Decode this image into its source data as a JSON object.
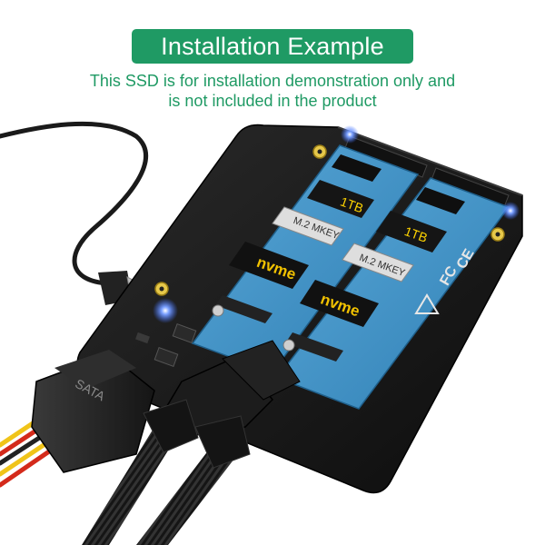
{
  "header": {
    "title": "Installation Example",
    "note_line1": "This SSD is for installation demonstration only and",
    "note_line2": "is not included in the product"
  },
  "ssd": {
    "capacity": "1TB",
    "model": "M.2 MKEY",
    "brand": "nvme"
  },
  "connector": {
    "label": "SATA"
  },
  "colors": {
    "banner": "#1f9a64",
    "pcb": "#1a1a1a",
    "ssd_board": "#3f8fc4",
    "led": "#3a6bff"
  }
}
